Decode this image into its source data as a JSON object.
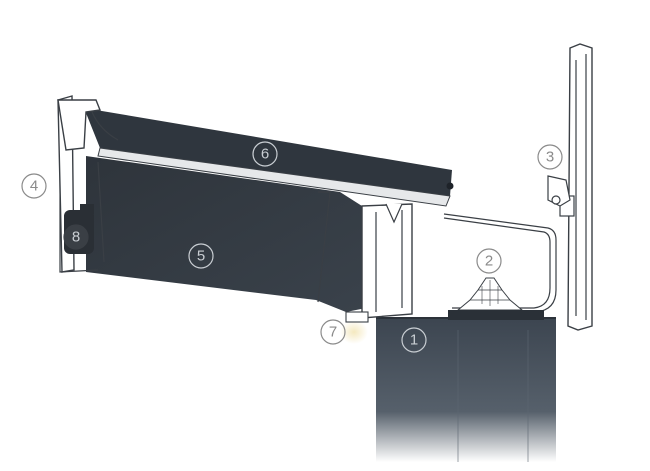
{
  "callouts": [
    {
      "label": "1",
      "style": "outline-on-dark"
    },
    {
      "label": "2",
      "style": "outline"
    },
    {
      "label": "3",
      "style": "outline"
    },
    {
      "label": "4",
      "style": "outline"
    },
    {
      "label": "5",
      "style": "outline-on-dark"
    },
    {
      "label": "6",
      "style": "outline-on-dark"
    },
    {
      "label": "7",
      "style": "outline"
    },
    {
      "label": "8",
      "style": "filled"
    }
  ],
  "colors": {
    "panel": "#323941",
    "panel_light": "#4a525b",
    "outline": "#3a3f45",
    "callout": "#8a8a8a",
    "base_top": "#3c4550",
    "base_bottom": "#ffffff",
    "glass_highlight": "#e6e8ea",
    "lamp_glow": "#f3e6b8"
  }
}
